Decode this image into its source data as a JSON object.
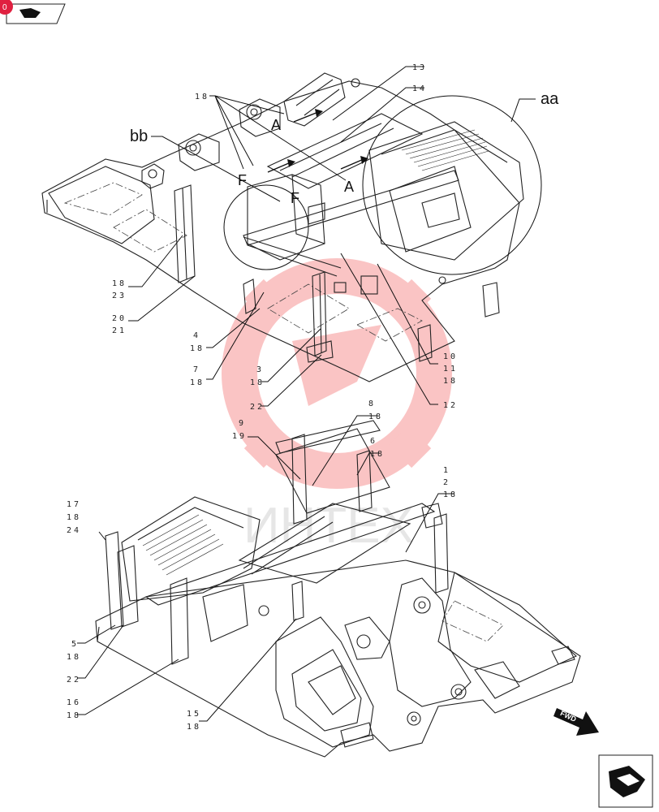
{
  "callouts": {
    "c13": "13",
    "c14": "14",
    "c18a": "18",
    "caa": "aa",
    "cbb": "bb",
    "cA1": "A",
    "cA2": "A",
    "cF1": "F",
    "cF2": "F",
    "c18_23": [
      "18",
      "23"
    ],
    "c20_21": [
      "20",
      "21"
    ],
    "c4_18": [
      "4",
      "18"
    ],
    "c7_18": [
      "7",
      "18"
    ],
    "c3_18": [
      "3",
      "18"
    ],
    "c22a": "22",
    "c10_11_18": [
      "10",
      "11",
      "18"
    ],
    "c12": "12",
    "c8_18": [
      "8",
      "18"
    ],
    "c9_19": [
      "9",
      "19"
    ],
    "c6_18": [
      "6",
      "18"
    ],
    "c1_2_18": [
      "1",
      "2",
      "18"
    ],
    "c17_18_24": [
      "17",
      "18",
      "24"
    ],
    "c5_18": [
      "5",
      "18"
    ],
    "c22b": "22",
    "c16_18": [
      "16",
      "18"
    ],
    "c15_18": [
      "15",
      "18"
    ]
  },
  "fwd_label": "FWD",
  "watermark_text": "ИНТЕХ",
  "badge_number": "0",
  "colors": {
    "watermark": "#f04a4a",
    "badge": "#e02040",
    "line": "#111111"
  }
}
